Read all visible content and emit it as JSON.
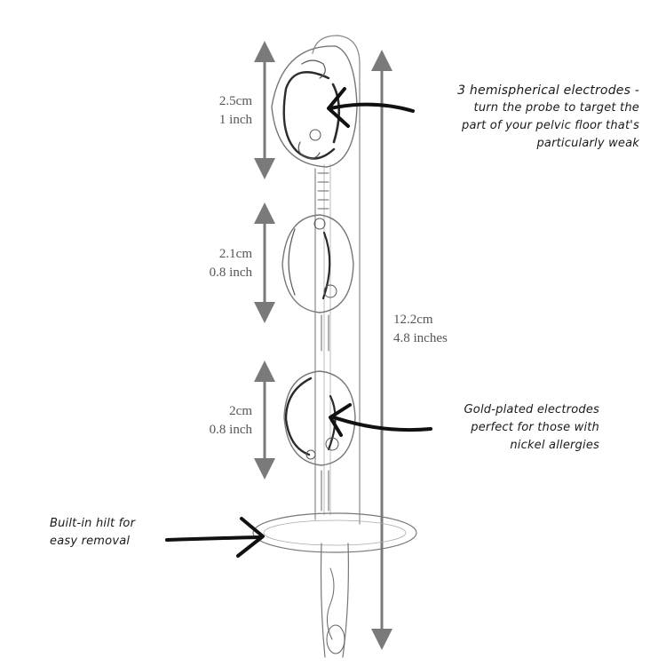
{
  "dimensions": {
    "electrode_top": {
      "metric": "2.5cm",
      "imperial": "1 inch"
    },
    "electrode_middle": {
      "metric": "2.1cm",
      "imperial": "0.8 inch"
    },
    "electrode_bottom": {
      "metric": "2cm",
      "imperial": "0.8 inch"
    },
    "total_length": {
      "metric": "12.2cm",
      "imperial": "4.8 inches"
    }
  },
  "annotations": {
    "hemispherical": {
      "line1": "3 hemispherical electrodes -",
      "line2": "turn the probe to target the",
      "line3": "part of your pelvic floor that's",
      "line4": "particularly weak"
    },
    "gold_plated": {
      "line1": "Gold-plated electrodes",
      "line2": "perfect for those with",
      "line3": "nickel allergies"
    },
    "hilt": {
      "line1": "Built-in hilt for",
      "line2": "easy removal"
    }
  },
  "colors": {
    "dimension_arrow": "#7a7a7a",
    "sketch_line": "#2b2b2b",
    "annotation_arrow": "#111111"
  }
}
